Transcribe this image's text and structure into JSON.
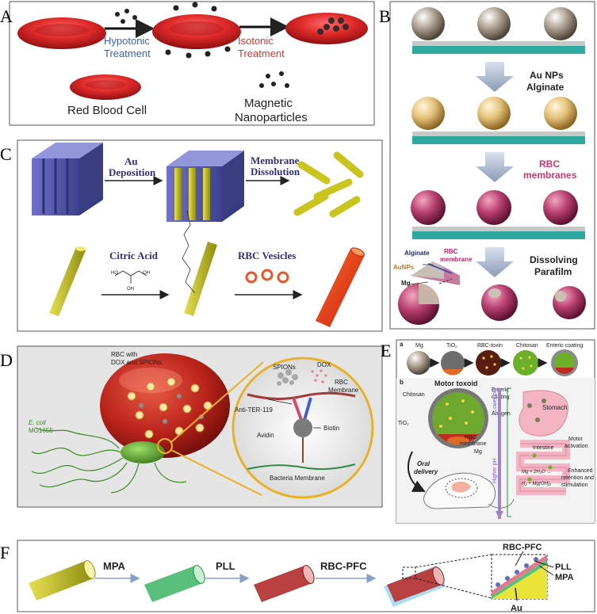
{
  "panels": {
    "A": {
      "letter": "A",
      "hypotonic_1": "Hypotonic",
      "hypotonic_2": "Treatment",
      "isotonic_1": "Isotonic",
      "isotonic_2": "Treatment",
      "rbc": "Red Blood Cell",
      "magnetic_1": "Magnetic",
      "magnetic_2": "Nanoparticles"
    },
    "B": {
      "letter": "B",
      "step1_1": "Au NPs",
      "step1_2": "Alginate",
      "step2_1": "RBC",
      "step2_2": "membranes",
      "step3_1": "Dissolving",
      "step3_2": "Parafilm",
      "label_alginate": "Alginate",
      "label_rbc_1": "RBC",
      "label_rbc_2": "membrane",
      "label_aunps": "AuNPs",
      "label_mg": "Mg"
    },
    "C": {
      "letter": "C",
      "au_1": "Au",
      "au_2": "Deposition",
      "mem_1": "Membrane",
      "mem_2": "Dissolution",
      "citric": "Citric Acid",
      "vesicles": "RBC Vesicles"
    },
    "D": {
      "letter": "D",
      "rbc_1": "RBC with",
      "rbc_2": "DOX and SPIONs",
      "ecoli_1": "E. coli",
      "ecoli_2": "MG1655",
      "spions": "SPIONs",
      "dox": "DOX",
      "rbc_mem_1": "RBC",
      "rbc_mem_2": "Membrane",
      "anti": "Anti-TER-119",
      "avidin": "Avidin",
      "biotin": "Biotin",
      "bacteria": "Bacteria Membrane"
    },
    "E": {
      "letter": "E",
      "sub_a": "a",
      "sub_b": "b",
      "mg": "Mg",
      "tio2": "TiO₂",
      "rbc_toxin": "RBC-toxin",
      "chitosan": "Chitosan",
      "enteric": "Enteric coating",
      "motor_toxoid": "Motor toxoid",
      "chitosan2": "Chitosan",
      "enteric2_1": "Enteric",
      "enteric2_2": "coating",
      "antigen": "Antigen",
      "tio2_b": "TiO₂",
      "rbc_mem_1": "RBC",
      "rbc_mem_2": "membrane",
      "mg_b": "Mg",
      "oral_1": "Oral",
      "oral_2": "delivery",
      "lower_ph": "Lower pH",
      "higher_ph": "Higher pH",
      "stomach": "Stomach",
      "intestine": "Intestine",
      "motor_1": "Motor",
      "motor_2": "activation",
      "eq_1": "Mg + 2H₂O →",
      "eq_2": "H₂ + Mg(OH)₂",
      "enh_1": "Enhanced",
      "enh_2": "retention and",
      "enh_3": "stimulation"
    },
    "F": {
      "letter": "F",
      "mpa": "MPA",
      "pll": "PLL",
      "rbcpfc": "RBC-PFC",
      "zoom_rbcpfc": "RBC-PFC",
      "zoom_pll": "PLL",
      "zoom_mpa": "MPA",
      "zoom_au": "Au"
    }
  }
}
